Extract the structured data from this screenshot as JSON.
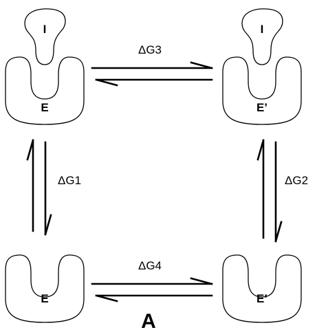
{
  "states": {
    "top_left": {
      "enzyme": "E",
      "inhibitor": "I"
    },
    "top_right": {
      "enzyme": "E’",
      "inhibitor": "I"
    },
    "bottom_left": {
      "enzyme": "E"
    },
    "bottom_right": {
      "enzyme": "E’"
    }
  },
  "equilibria": {
    "top": "ΔG3",
    "left": "ΔG1",
    "right": "ΔG2",
    "bottom": "ΔG4"
  },
  "panel_label": "A"
}
